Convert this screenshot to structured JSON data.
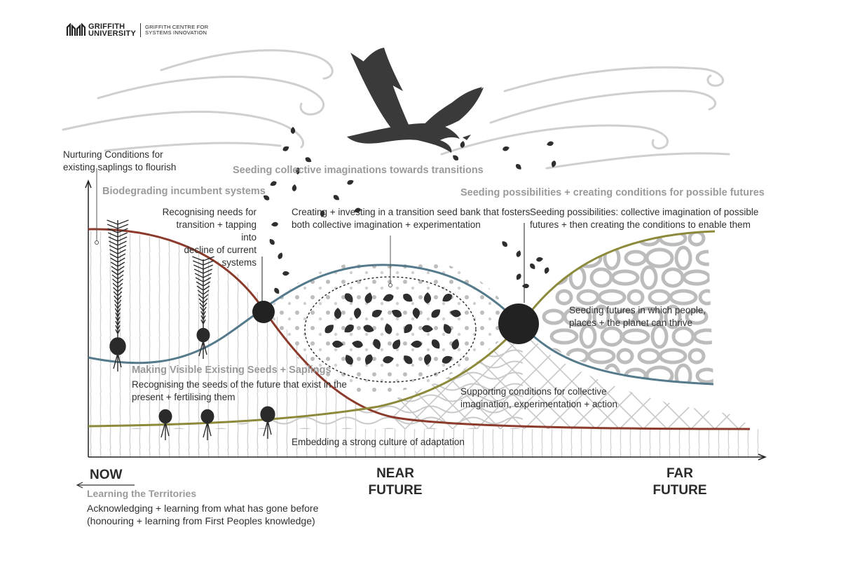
{
  "logo": {
    "university_line1": "GRIFFITH",
    "university_line2": "UNIVERSITY",
    "centre_line1": "GRIFFITH CENTRE FOR",
    "centre_line2": "SYSTEMS INNOVATION"
  },
  "icons": [
    "griffith-logo-icon",
    "eagle-icon",
    "seed-icon",
    "sapling-icon",
    "wind-swirl-icon"
  ],
  "colors": {
    "red_curve": "#8b3a2b",
    "blue_curve": "#557a8c",
    "olive_curve": "#8c8a3a",
    "pattern_grey": "#c4c4c4",
    "label_grey": "#9a9a9a",
    "seed_dark": "#2e2e2e"
  },
  "labels": {
    "nurturing_line1": "Nurturing Conditions for",
    "nurturing_line2": "existing saplings to flourish",
    "seeding_collective": "Seeding collective imaginations towards transitions",
    "biodegrading": "Biodegrading incumbent systems",
    "seeding_possibilities_head": "Seeding possibilities + creating conditions for possible futures",
    "recognising_needs_line1": "Recognising needs for",
    "recognising_needs_line2": "transition + tapping into",
    "recognising_needs_line3": "decline of current",
    "recognising_needs_line4": "systems",
    "seed_bank_line1": "Creating + investing in a transition seed bank that fosters",
    "seed_bank_line2": "both collective imagination + experimentation",
    "seeding_possibilities_line1": "Seeding possibilities: collective imagination of possible",
    "seeding_possibilities_line2": "futures + then creating the conditions to enable them",
    "seeding_futures_line1": "Seeding futures in which people,",
    "seeding_futures_line2": "places + the planet can thrive",
    "making_visible": "Making Visible Existing Seeds + Saplings",
    "recognising_seeds_line1": "Recognising the seeds of the future that exist in the",
    "recognising_seeds_line2": "present + fertilising them",
    "supporting_line1": "Supporting conditions for collective",
    "supporting_line2": "imagination, experimentation + action",
    "embedding": "Embedding a strong culture of adaptation",
    "learning_territories": "Learning the Territories",
    "acknowledging_line1": "Acknowledging + learning from what has gone before",
    "acknowledging_line2": "(honouring + learning from First Peoples knowledge)"
  },
  "timeline": {
    "now": "NOW",
    "near_line1": "NEAR",
    "near_line2": "FUTURE",
    "far_line1": "FAR",
    "far_line2": "FUTURE"
  }
}
